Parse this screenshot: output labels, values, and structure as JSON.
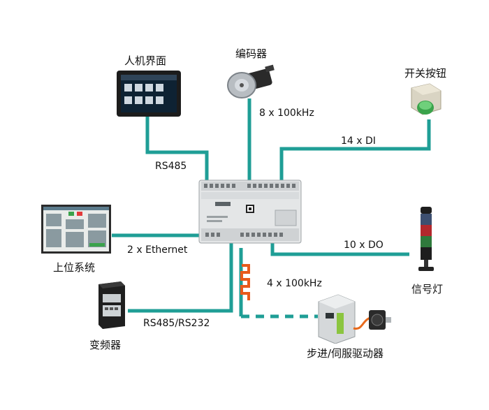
{
  "nodes": {
    "hmi": {
      "label": "人机界面"
    },
    "encoder": {
      "label": "编码器"
    },
    "button": {
      "label": "开关按钮"
    },
    "host": {
      "label": "上位系统"
    },
    "signal_lamp": {
      "label": "信号灯"
    },
    "vfd": {
      "label": "变频器"
    },
    "drive": {
      "label": "步进/伺服驱动器"
    }
  },
  "links": {
    "rs485": "RS485",
    "encoder_in": "8 x 100kHz",
    "di": "14 x DI",
    "ethernet": "2 x Ethernet",
    "do": "10 x DO",
    "pulse_out": "4 x 100kHz",
    "rs485_232": "RS485/RS232"
  },
  "colors": {
    "wire": "#1f9e96",
    "pulse": "#e85a1b"
  }
}
